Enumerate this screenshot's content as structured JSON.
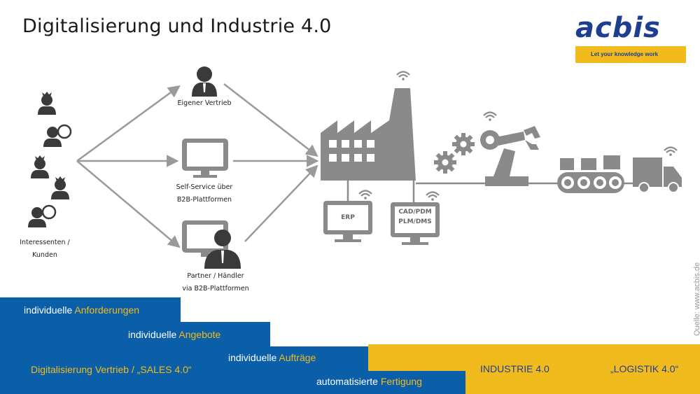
{
  "slide": {
    "title": "Digitalisierung und Industrie 4.0",
    "logo_text": "acbis",
    "tagline": "Let your knowledge work",
    "source": "Quelle: www.acbis.de"
  },
  "labels": {
    "customers_line1": "Interessenten /",
    "customers_line2": "Kunden",
    "own_sales": "Eigener Vertrieb",
    "self_service_line1": "Self-Service über",
    "self_service_line2": "B2B-Plattformen",
    "partner_line1": "Partner / Händler",
    "partner_line2": "via B2B-Plattformen",
    "erp": "ERP",
    "cad_line1": "CAD/PDM",
    "cad_line2": "PLM/DMS"
  },
  "bands": {
    "b1_white": "individuelle ",
    "b1_yellow": "Anforderungen",
    "b2_white": "individuelle ",
    "b2_yellow": "Angebote",
    "b3_white": "individuelle ",
    "b3_yellow": "Aufträge",
    "b4_white": "automatisierte ",
    "b4_yellow": "Fertigung",
    "sales": "Digitalisierung Vertrieb /  „SALES 4.0“",
    "industry": "INDUSTRIE 4.0",
    "logistics": "„LOGISTIK 4.0“"
  },
  "colors": {
    "blue": "#0b5ea8",
    "gold": "#f2bb1d",
    "navy": "#1e3f8f",
    "gray": "#8a8a8a",
    "dark": "#3a3a3a"
  }
}
